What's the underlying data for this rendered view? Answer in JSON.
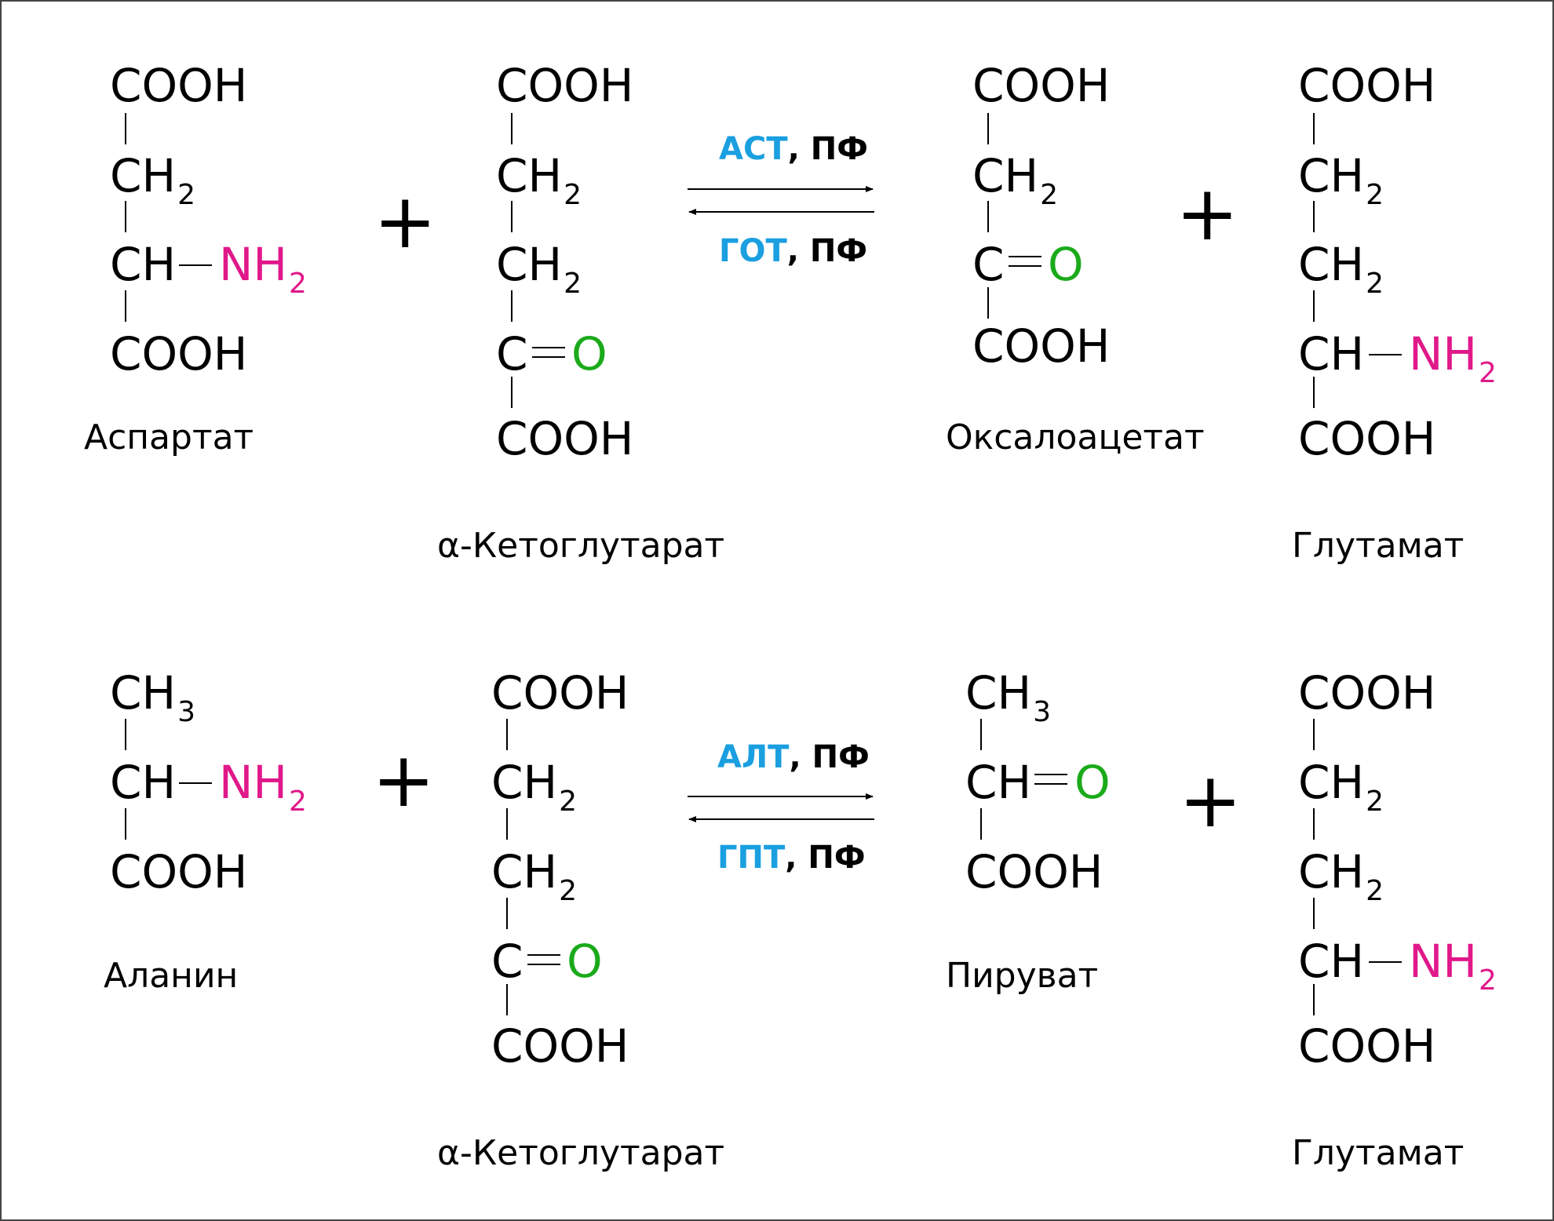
{
  "colors": {
    "amino": "#e0188a",
    "oxygen": "#1aaa1a",
    "enzyme": "#1a9fe0",
    "text": "#000000",
    "frame": "#444444"
  },
  "formula": {
    "cooh": "COOH",
    "ch": "CH",
    "c": "C",
    "n": "NH",
    "o": "O",
    "sub2": "2",
    "sub3": "3"
  },
  "reaction1": {
    "aspartate": "Аспартат",
    "alpha_kg": "α-Кетоглутарат",
    "oxaloacetate": "Оксалоацетат",
    "glutamate": "Глутамат",
    "forward_enzyme": "АСТ",
    "reverse_enzyme": "ГОТ",
    "cofactor": ", ПФ",
    "plus": "+"
  },
  "reaction2": {
    "alanine": "Аланин",
    "alpha_kg": "α-Кетоглутарат",
    "pyruvate": "Пируват",
    "glutamate": "Глутамат",
    "forward_enzyme": "АЛТ",
    "reverse_enzyme": "ГПТ",
    "cofactor": ", ПФ",
    "plus": "+"
  }
}
